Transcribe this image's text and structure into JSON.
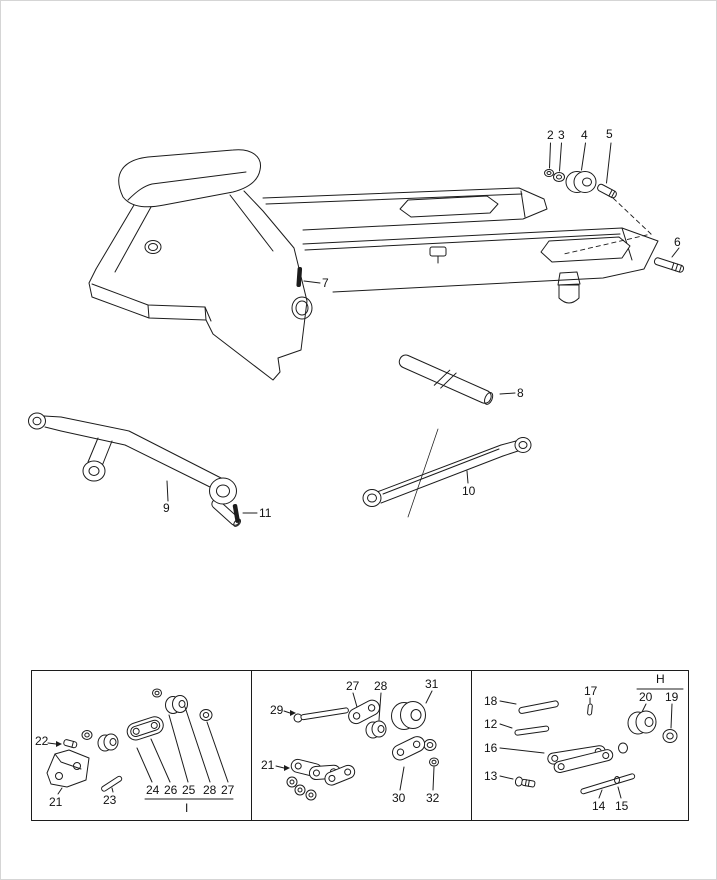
{
  "page": {
    "bg_color": "#ffffff",
    "line_color": "#1c1c1c",
    "text_color": "#111111",
    "border_color": "#d5d5d5"
  },
  "main_view": {
    "callouts": {
      "c2": "2",
      "c3": "3",
      "c4": "4",
      "c5": "5",
      "c6": "6",
      "c7": "7",
      "c8": "8",
      "c9": "9",
      "c10": "10",
      "c11": "11"
    }
  },
  "panel_left": {
    "callouts": {
      "c22": "22",
      "c21": "21",
      "c23": "23",
      "c24": "24",
      "c26": "26",
      "c25": "25",
      "c28": "28",
      "c27": "27"
    },
    "group_label": "I"
  },
  "panel_middle": {
    "callouts": {
      "c29": "29",
      "c27": "27",
      "c28": "28",
      "c31": "31",
      "c21": "21",
      "c30": "30",
      "c32": "32"
    }
  },
  "panel_right": {
    "callouts": {
      "c18": "18",
      "c12": "12",
      "c16": "16",
      "c13": "13",
      "c17": "17",
      "c20": "20",
      "c19": "19",
      "c14": "14",
      "c15": "15"
    },
    "group_label": "H"
  }
}
